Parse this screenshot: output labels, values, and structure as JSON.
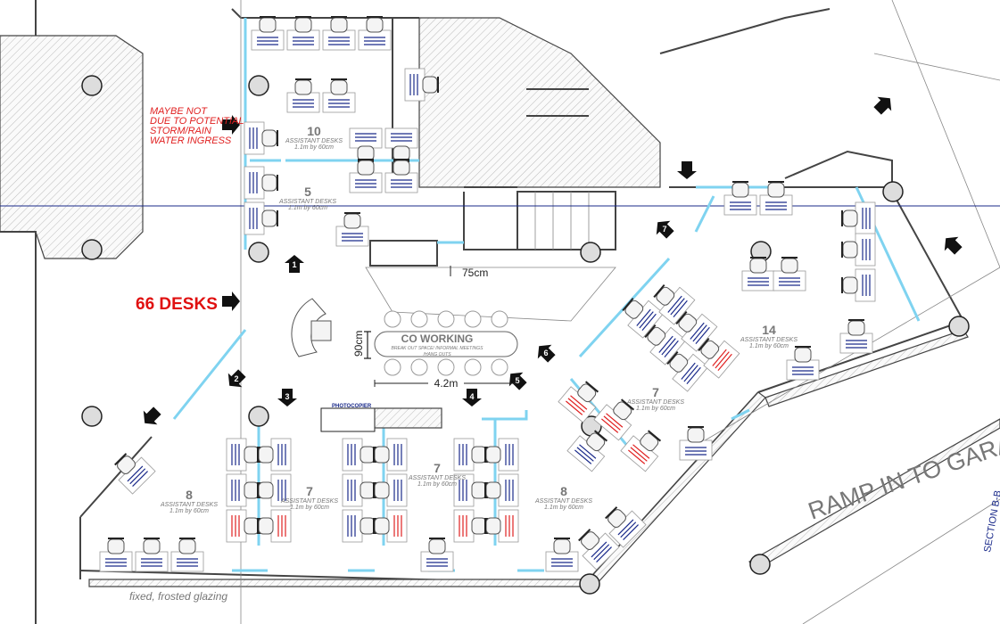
{
  "headline": "66 DESKS",
  "note_lines": [
    "MAYBE NOT",
    "DUE TO POTENTIAL",
    "STORM/RAIN",
    "WATER INGRESS"
  ],
  "coworking": {
    "title": "CO WORKING",
    "subtitle_1": "BREAK OUT SPACE/ INFORMAL MEETINGS",
    "subtitle_2": "/HANG OUTS",
    "height_dim": "90cm",
    "width_dim": "4.2m"
  },
  "dim_75": "75cm",
  "photocopier": "PHOTOCOPIER",
  "ramp": "RAMP IN TO GARAGE",
  "section": "SECTION B-B",
  "glazing": "fixed, frosted glazing",
  "zone_subtitle": "ASSISTANT DESKS",
  "zone_size": "1.1m by 60cm",
  "zones": [
    {
      "count": "10"
    },
    {
      "count": "5"
    },
    {
      "count": "14"
    },
    {
      "count": "7"
    },
    {
      "count": "8"
    },
    {
      "count": "7"
    },
    {
      "count": "7"
    },
    {
      "count": "8"
    }
  ],
  "arrows": [
    "1",
    "2",
    "3",
    "4",
    "5",
    "6",
    "7"
  ],
  "colors": {
    "glass": "#7fd3f0",
    "headline": "#e01010",
    "desk_text": "#1a2a8a",
    "desk_text_alt": "#e02020"
  }
}
